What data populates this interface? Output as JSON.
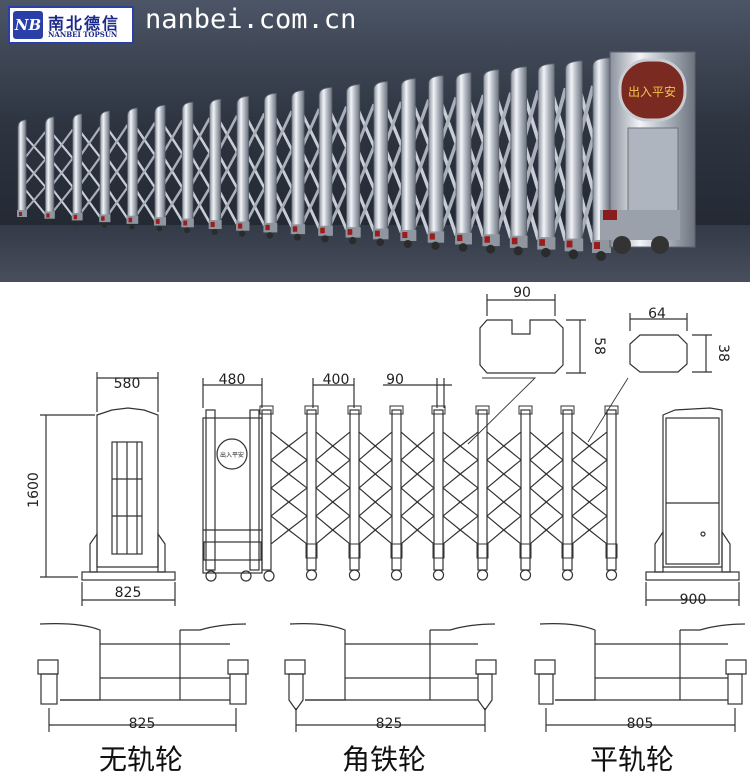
{
  "logo": {
    "mark": "NB",
    "brand_cn": "南北德信",
    "brand_en": "NANBEI TOPSUN"
  },
  "header": {
    "site_url": "nanbei.com.cn"
  },
  "photo": {
    "sign_text": "出入平安"
  },
  "dimensions": {
    "end_width": "580",
    "head_width": "480",
    "pitch": "400",
    "post_width": "90",
    "height": "1600",
    "base_left": "825",
    "base_right": "900",
    "profile_large_w": "90",
    "profile_large_h": "58",
    "profile_small_w": "64",
    "profile_small_h": "38",
    "wheel_a": "825",
    "wheel_b": "825",
    "wheel_c": "805"
  },
  "drawing": {
    "head_sign": "出入平安"
  },
  "wheel_types": [
    "无轨轮",
    "角铁轮",
    "平轨轮"
  ]
}
